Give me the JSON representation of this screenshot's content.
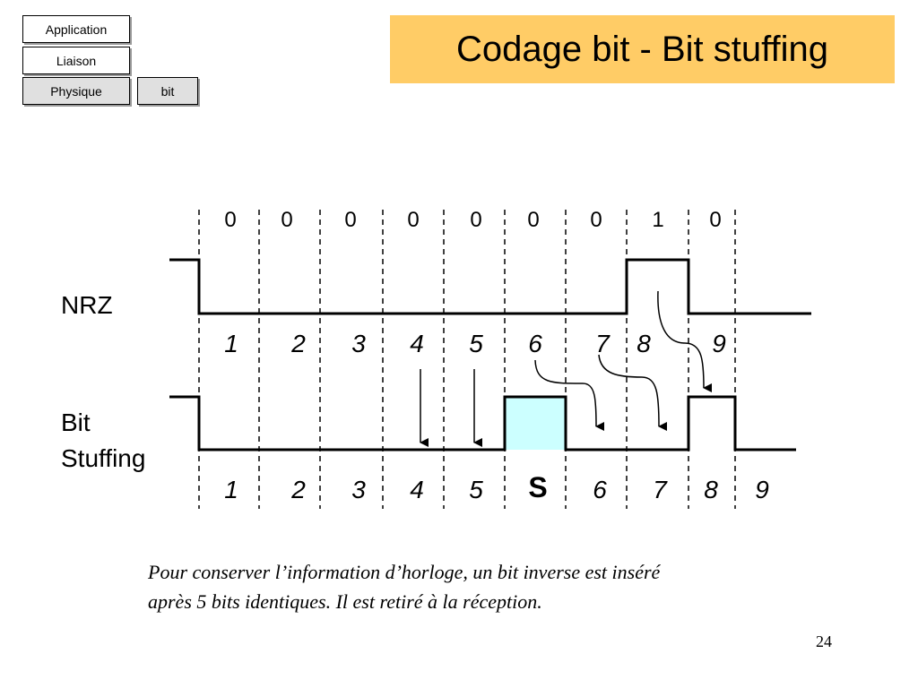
{
  "layers": {
    "application": "Application",
    "liaison": "Liaison",
    "physique": "Physique",
    "bit": "bit"
  },
  "title": "Codage bit - Bit stuffing",
  "signals": {
    "nrz": "NRZ",
    "bit_stuffing_line1": "Bit",
    "bit_stuffing_line2": "Stuffing"
  },
  "bit_values": [
    "0",
    "0",
    "0",
    "0",
    "0",
    "0",
    "0",
    "1",
    "0"
  ],
  "nrz_positions": [
    "1",
    "2",
    "3",
    "4",
    "5",
    "6",
    "7",
    "8",
    "9"
  ],
  "stuffed_positions": [
    "1",
    "2",
    "3",
    "4",
    "5",
    "S",
    "6",
    "7",
    "8",
    "9"
  ],
  "stuffed_bit_color": "#ccffff",
  "caption_line1": "Pour conserver l’information d’horloge, un bit inverse est inséré",
  "caption_line2": "après 5 bits identiques. Il est retiré à la réception.",
  "page_number": "24"
}
